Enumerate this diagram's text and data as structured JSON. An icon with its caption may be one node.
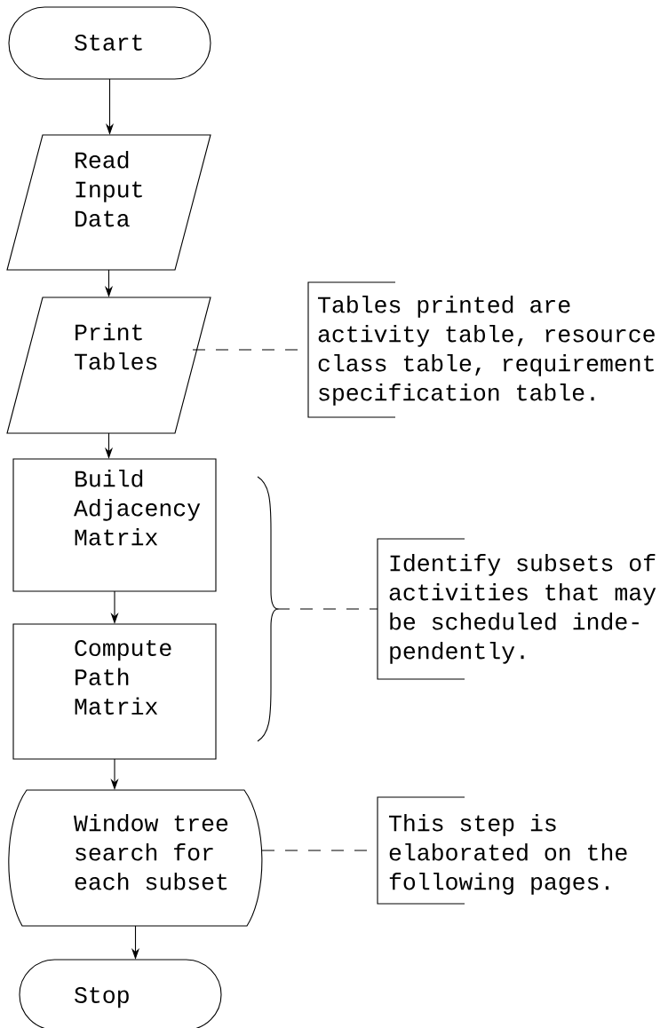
{
  "diagram": {
    "nodes": [
      {
        "text": [
          "Start"
        ]
      },
      {
        "text": [
          "Read Input Data"
        ]
      },
      {
        "text": [
          "Print Tables"
        ]
      },
      {
        "text": [
          "Build Adjacency Matrix"
        ]
      },
      {
        "text": [
          "Compute Path Matrix"
        ]
      },
      {
        "text": [
          "Window tree search for each subset"
        ]
      },
      {
        "text": [
          "Stop"
        ]
      },
      {
        "text": [
          "Tables printed are activity table, resource class table, requirement specification table."
        ]
      },
      {
        "text": [
          "Identify subsets of activities that may be scheduled inde- pendently."
        ]
      },
      {
        "text": [
          "This step is elaborated on the following pages."
        ]
      },
      {
        "text": [],
        "shape": "brace"
      }
    ],
    "edges": [
      {
        "from": 0,
        "to": 1,
        "arrow": "to"
      },
      {
        "from": 1,
        "to": 2,
        "arrow": "to"
      },
      {
        "from": 2,
        "to": 3,
        "arrow": "to"
      },
      {
        "from": 3,
        "to": 4,
        "arrow": "to"
      },
      {
        "from": 4,
        "to": 5,
        "arrow": "to"
      },
      {
        "from": 5,
        "to": 6,
        "arrow": "to"
      },
      {
        "from": 2,
        "to": 7,
        "arrow": "none",
        "style": "dashed"
      },
      {
        "from": 10,
        "to": 8,
        "arrow": "none",
        "style": "dashed"
      },
      {
        "from": 5,
        "to": 9,
        "arrow": "none",
        "style": "dashed"
      }
    ]
  }
}
